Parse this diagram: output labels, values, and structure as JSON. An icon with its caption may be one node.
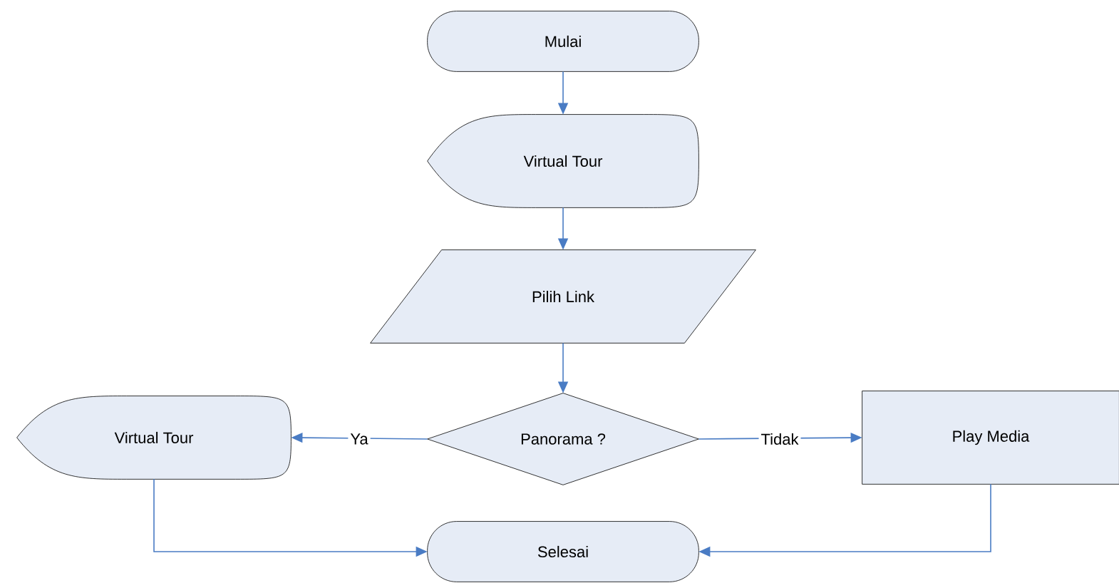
{
  "diagram": {
    "nodes": [
      {
        "text": [
          "Mulai"
        ]
      },
      {
        "text": [
          "Virtual Tour"
        ]
      },
      {
        "text": [
          "Pilih Link"
        ]
      },
      {
        "text": [
          "Panorama ?"
        ]
      },
      {
        "text": [
          "Virtual Tour"
        ]
      },
      {
        "text": [
          "Play Media"
        ]
      },
      {
        "text": [
          "Selesai"
        ]
      }
    ],
    "edges": [
      {
        "from": 0,
        "to": 1,
        "arrow": "to"
      },
      {
        "from": 1,
        "to": 2,
        "arrow": "to"
      },
      {
        "from": 2,
        "to": 3,
        "arrow": "to"
      },
      {
        "from": 3,
        "to": 4,
        "arrow": "to",
        "label": "Ya"
      },
      {
        "from": 3,
        "to": 5,
        "arrow": "to",
        "label": "Tidak"
      },
      {
        "from": 4,
        "to": 6,
        "arrow": "to"
      },
      {
        "from": 5,
        "to": 6,
        "arrow": "to"
      }
    ]
  }
}
